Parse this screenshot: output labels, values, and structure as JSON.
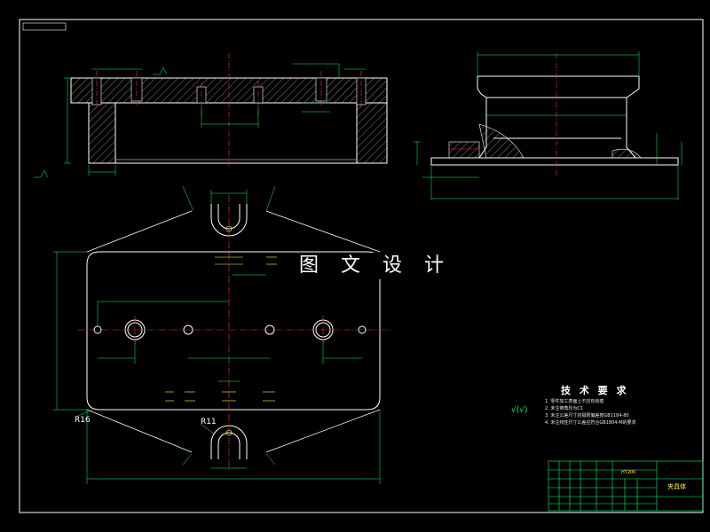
{
  "watermark": "图 文 设 计",
  "radius_labels": {
    "r16": "R16",
    "r11": "R11"
  },
  "tech_requirements": {
    "title": "技 术 要 求",
    "items": [
      "1. 零件加工表面上不应有划痕",
      "2. 未注倒角均为C1",
      "3. 未注公差尺寸的极限偏差按GB1184-80",
      "4. 未注线性尺寸公差应符合GB1804-M的要求"
    ]
  },
  "roughness_symbol": "√(√)",
  "title_block": {
    "part_name": "夹具体",
    "material": "HT200"
  },
  "colors": {
    "background": "#000000",
    "outline": "#ffffff",
    "dimension": "#00ff66",
    "center_line": "#ff3333",
    "hatch": "#ffffff",
    "hole": "#ffff44",
    "title_block": "#00ff66"
  }
}
